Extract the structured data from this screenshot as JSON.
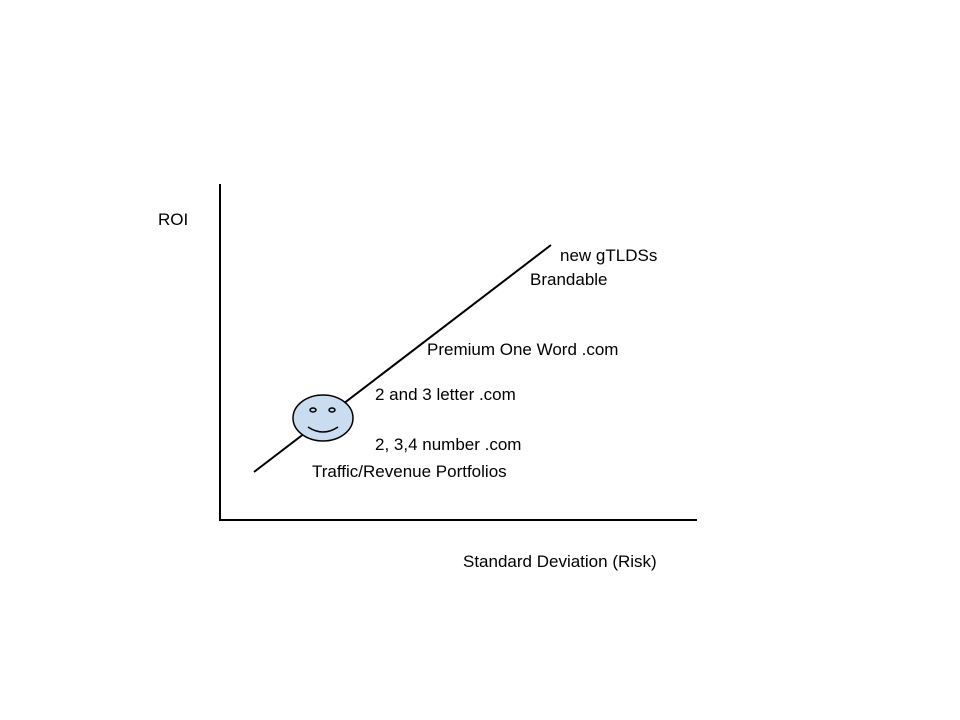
{
  "diagram": {
    "y_axis_label": "ROI",
    "x_axis_label": "Standard Deviation (Risk)",
    "labels": [
      "new gTLDSs",
      "Brandable",
      "Premium One Word .com",
      "2 and 3 letter .com",
      "2, 3,4 number .com",
      "Traffic/Revenue Portfolios"
    ],
    "icons": {
      "marker": "smiley-face-icon"
    },
    "colors": {
      "line": "#000000",
      "face_fill": "#c9dcf0",
      "face_stroke": "#000000"
    }
  }
}
